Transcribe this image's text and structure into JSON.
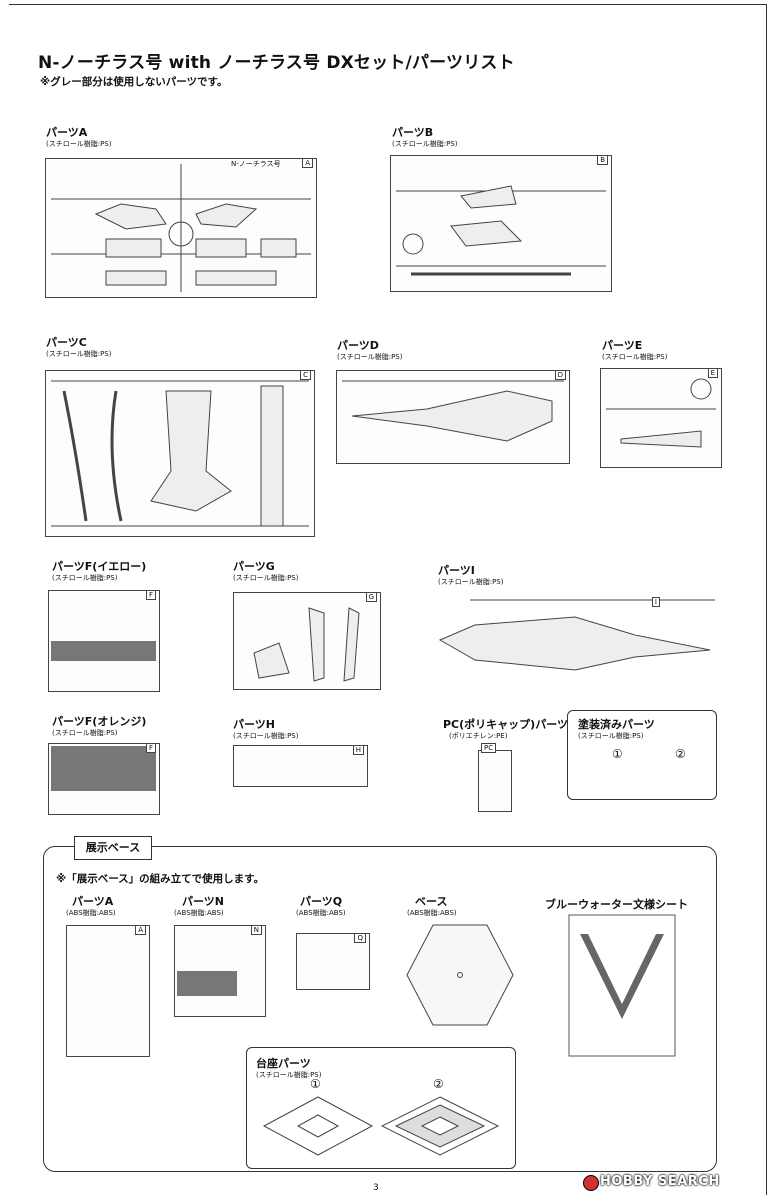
{
  "header": {
    "title": "N-ノーチラス号 with ノーチラス号 DXセット/パーツリスト",
    "note": "※グレー部分は使用しないパーツです。"
  },
  "parts": [
    {
      "label": "パーツA",
      "material": "(スチロール樹脂:PS)"
    },
    {
      "label": "パーツB",
      "material": "(スチロール樹脂:PS)"
    },
    {
      "label": "パーツC",
      "material": "(スチロール樹脂:PS)"
    },
    {
      "label": "パーツD",
      "material": "(スチロール樹脂:PS)"
    },
    {
      "label": "パーツE",
      "material": "(スチロール樹脂:PS)"
    },
    {
      "label": "パーツF(イエロー)",
      "material": "(スチロール樹脂:PS)"
    },
    {
      "label": "パーツG",
      "material": "(スチロール樹脂:PS)"
    },
    {
      "label": "パーツI",
      "material": "(スチロール樹脂:PS)"
    },
    {
      "label": "パーツF(オレンジ)",
      "material": "(スチロール樹脂:PS)"
    },
    {
      "label": "パーツH",
      "material": "(スチロール樹脂:PS)"
    },
    {
      "label": "PC(ポリキャップ)パーツ",
      "material": "(ポリエチレン:PE)"
    },
    {
      "label": "塗装済みパーツ",
      "material": "(スチロール樹脂:PS)"
    }
  ],
  "sprue_letters": [
    "A",
    "B",
    "C",
    "D",
    "E",
    "F",
    "G",
    "I",
    "F",
    "H",
    "PC"
  ],
  "sprue_tags": {
    "a": "N-ノーチラス号"
  },
  "painted_numbers": [
    "①",
    "②"
  ],
  "base": {
    "tab": "展示ベース",
    "note": "※「展示ベース」の組み立てで使用します。",
    "parts": [
      {
        "label": "パーツA",
        "material": "(ABS樹脂:ABS)"
      },
      {
        "label": "パーツN",
        "material": "(ABS樹脂:ABS)"
      },
      {
        "label": "パーツQ",
        "material": "(ABS樹脂:ABS)"
      },
      {
        "label": "ベース",
        "material": "(ABS樹脂:ABS)"
      },
      {
        "label": "ブルーウォーター文様シート",
        "material": ""
      }
    ],
    "stand": {
      "label": "台座パーツ",
      "material": "(スチロール樹脂:PS)",
      "numbers": [
        "①",
        "②"
      ]
    },
    "base_letters": [
      "A",
      "N",
      "Q"
    ]
  },
  "footer": {
    "page": "3",
    "logo": "HOBBY SEARCH"
  },
  "colors": {
    "gray_part": "#777777",
    "line": "#444444"
  }
}
